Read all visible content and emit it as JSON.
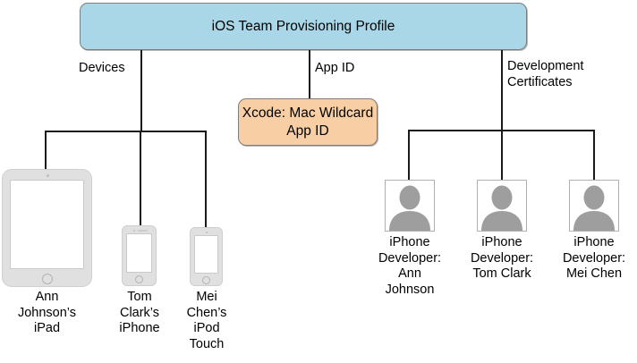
{
  "diagram": {
    "title": "iOS Team Provisioning Profile structure",
    "colors": {
      "root_fill": "#a9d7e8",
      "appid_fill": "#f8cfa4",
      "line": "#1a1a1a",
      "device_body": "#e0e0e0",
      "avatar_silhouette": "#9e9e9e",
      "background": "#ffffff"
    },
    "root": {
      "label": "iOS Team\nProvisioning Profile"
    },
    "edges": [
      {
        "name": "devices",
        "label": "Devices"
      },
      {
        "name": "app-id",
        "label": "App ID"
      },
      {
        "name": "development-certificates",
        "label": "Development\nCertificates"
      }
    ],
    "app_id_node": {
      "label": "Xcode: Mac\nWildcard App ID"
    },
    "devices": [
      {
        "icon": "ipad-icon",
        "caption": "Ann\nJohnson’s\niPad"
      },
      {
        "icon": "iphone-icon",
        "caption": "Tom\nClark’s\niPhone"
      },
      {
        "icon": "ipod-touch-icon",
        "caption": "Mei\nChen’s\niPod\nTouch"
      }
    ],
    "certificates": [
      {
        "icon": "person-avatar-icon",
        "caption": "iPhone\nDeveloper:\nAnn\nJohnson"
      },
      {
        "icon": "person-avatar-icon",
        "caption": "iPhone\nDeveloper:\nTom Clark"
      },
      {
        "icon": "person-avatar-icon",
        "caption": "iPhone\nDeveloper:\nMei Chen"
      }
    ]
  }
}
